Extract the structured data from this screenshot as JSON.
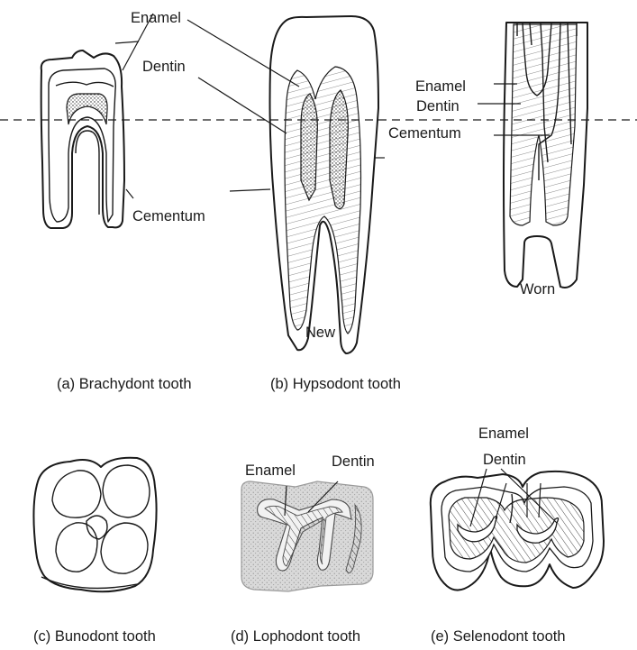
{
  "labels": {
    "enamel": "Enamel",
    "dentin": "Dentin",
    "cementum": "Cementum",
    "new": "New",
    "worn": "Worn"
  },
  "captions": {
    "a": "(a) Brachydont tooth",
    "b": "(b) Hypsodont tooth",
    "c": "(c) Bunodont tooth",
    "d": "(d) Lophodont tooth",
    "e": "(e) Selenodont tooth"
  },
  "colors": {
    "ink": "#1a1a1a",
    "background": "#ffffff",
    "lophodont_fill": "#d9d9d9"
  }
}
